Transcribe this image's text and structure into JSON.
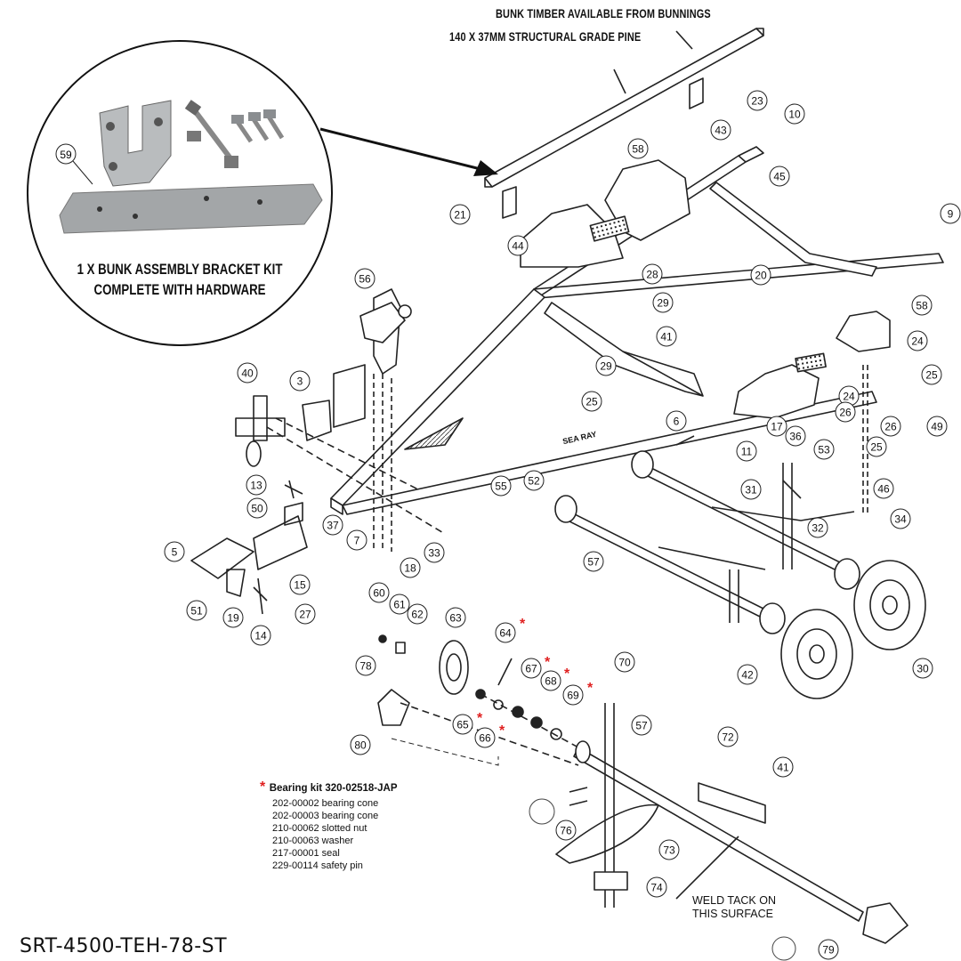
{
  "header": {
    "line1": "BUNK TIMBER AVAILABLE FROM BUNNINGS",
    "line2": "140 X 37MM STRUCTURAL GRADE PINE"
  },
  "kit_callout": {
    "label_number": "59",
    "caption_line1": "1 X BUNK ASSEMBLY BRACKET KIT",
    "caption_line2": "COMPLETE WITH HARDWARE"
  },
  "bearing_kit": {
    "marker": "*",
    "title": "Bearing kit 320-02518-JAP",
    "items": [
      "202-00002 bearing cone",
      "202-00003 bearing cone",
      "210-00062 slotted nut",
      "210-00063 washer",
      "217-00001 seal",
      "229-00114 safety pin"
    ]
  },
  "weld_note": {
    "line1": "WELD TACK ON",
    "line2": "THIS SURFACE"
  },
  "frame_label": "SEA RAY",
  "model_number": "SRT-4500-TEH-78-ST",
  "callouts": [
    "23",
    "43",
    "10",
    "58",
    "45",
    "9",
    "21",
    "44",
    "56",
    "28",
    "29",
    "41",
    "20",
    "58",
    "24",
    "25",
    "40",
    "3",
    "29",
    "25",
    "24",
    "26",
    "26",
    "49",
    "25",
    "17",
    "36",
    "6",
    "11",
    "53",
    "55",
    "52",
    "13",
    "31",
    "50",
    "32",
    "46",
    "34",
    "37",
    "7",
    "33",
    "18",
    "5",
    "15",
    "51",
    "27",
    "19",
    "14",
    "57",
    "42",
    "30",
    "60",
    "61",
    "62",
    "63",
    "64",
    "78",
    "65",
    "66",
    "67",
    "68",
    "69",
    "70",
    "57",
    "80",
    "72",
    "41",
    "76",
    "73",
    "74",
    "79"
  ]
}
